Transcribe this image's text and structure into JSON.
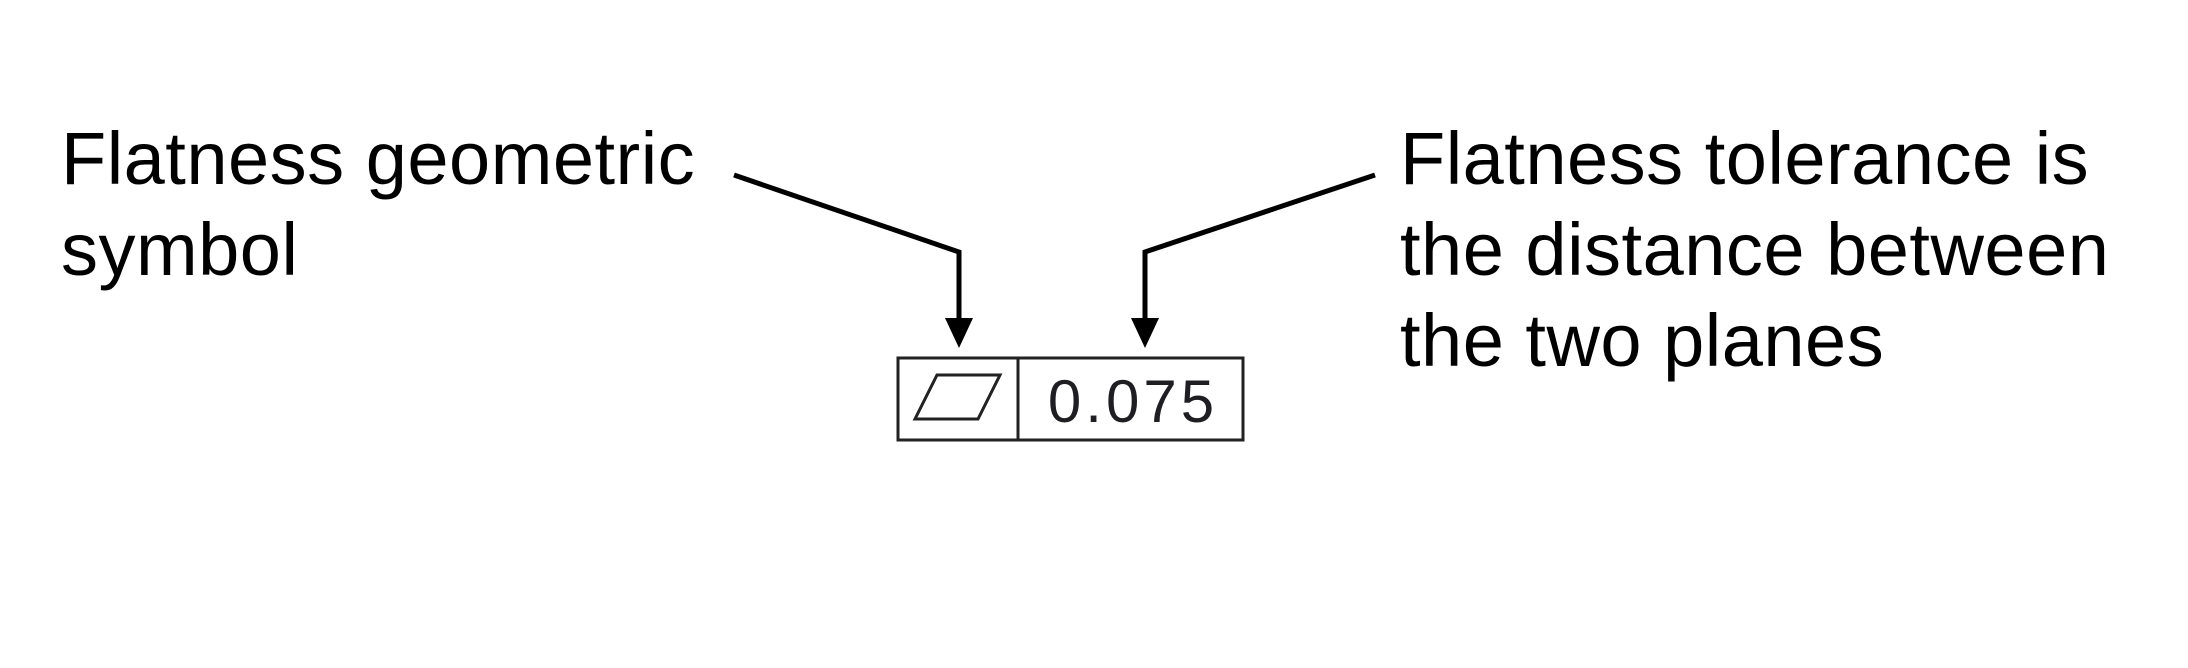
{
  "callouts": {
    "symbol_label": {
      "lines": [
        "Flatness geometric",
        "symbol"
      ]
    },
    "tolerance_label": {
      "lines": [
        "Flatness tolerance is",
        "the distance between",
        "the two planes"
      ]
    }
  },
  "feature_control_frame": {
    "symbol": "flatness-symbol",
    "tolerance_value": "0.075"
  },
  "colors": {
    "ink": "#000000",
    "frame": "#222222",
    "text_in_frame": "#1f1f23",
    "background": "#ffffff"
  }
}
